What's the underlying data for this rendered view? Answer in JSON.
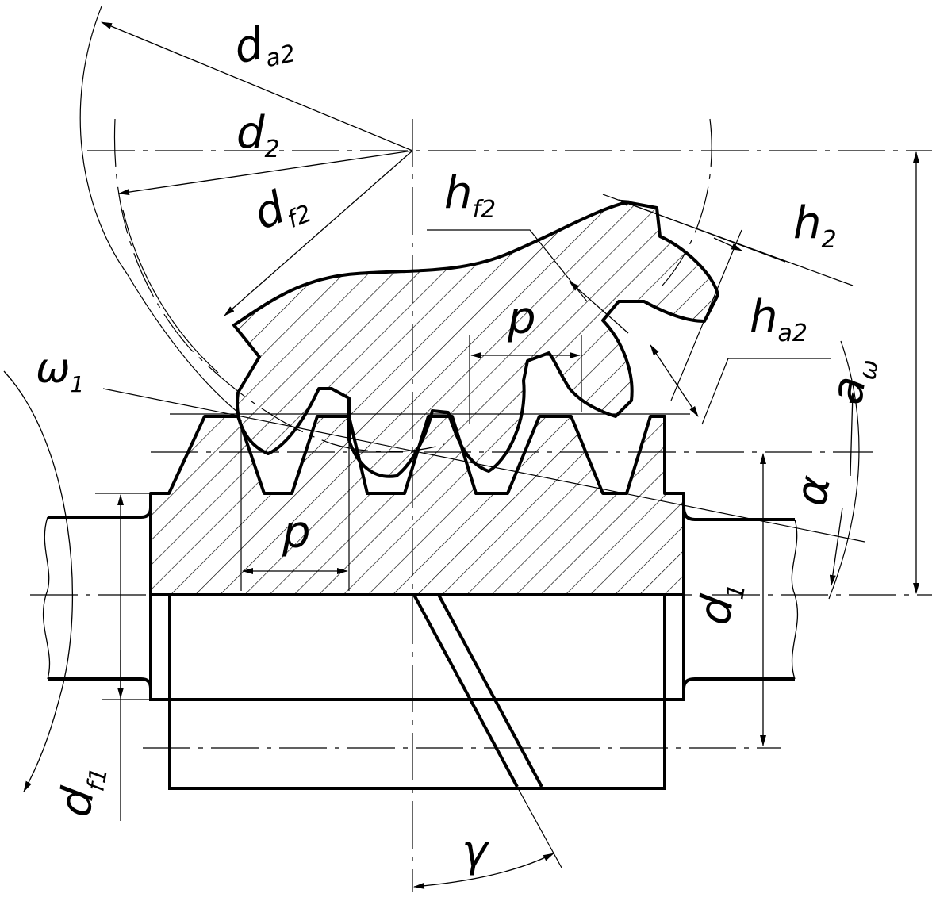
{
  "labels": {
    "da2": {
      "main": "d",
      "sub": "a2"
    },
    "d2": {
      "main": "d",
      "sub": "2"
    },
    "df2": {
      "main": "d",
      "sub": "f2"
    },
    "hf2": {
      "main": "h",
      "sub": "f2"
    },
    "h2": {
      "main": "h",
      "sub": "2"
    },
    "ha2": {
      "main": "h",
      "sub": "a2"
    },
    "p_top": {
      "main": "p"
    },
    "p_bottom": {
      "main": "p"
    },
    "omega1": {
      "main": "ω",
      "sub": "1"
    },
    "aw": {
      "main": "a",
      "sub": "ω"
    },
    "alpha": {
      "main": "α"
    },
    "d1": {
      "main": "d",
      "sub": "1"
    },
    "df1": {
      "main": "d",
      "sub": "f1"
    },
    "gamma": {
      "main": "γ"
    }
  },
  "colors": {
    "line": "#000000",
    "background": "#ffffff"
  }
}
